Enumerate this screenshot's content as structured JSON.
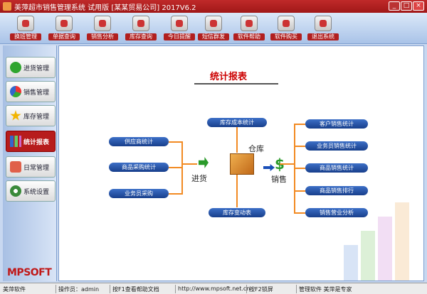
{
  "window": {
    "title": "美萍超市销售管理系统 试用版 [某某贸易公司] 2017V6.2",
    "buttons": {
      "minimize": "_",
      "maximize": "□",
      "close": "×"
    }
  },
  "toolbar": {
    "items": [
      {
        "label": "换班管理",
        "icon": "shift-icon"
      },
      {
        "label": "单据查询",
        "icon": "receipt-icon"
      },
      {
        "label": "销售分析",
        "icon": "chart-icon"
      },
      {
        "label": "库存查询",
        "icon": "inventory-icon"
      },
      {
        "label": "今日提醒",
        "icon": "calendar-icon"
      },
      {
        "label": "短信群发",
        "icon": "sms-icon"
      },
      {
        "label": "软件帮助",
        "icon": "help-icon"
      },
      {
        "label": "软件购买",
        "icon": "purchase-icon"
      },
      {
        "label": "退出系统",
        "icon": "exit-icon"
      }
    ]
  },
  "sidebar": {
    "items": [
      {
        "label": "进货管理",
        "icon": "plus-icon"
      },
      {
        "label": "销售管理",
        "icon": "pie-icon"
      },
      {
        "label": "库存管理",
        "icon": "star-icon"
      },
      {
        "label": "统计报表",
        "icon": "bar-chart-icon",
        "active": true
      },
      {
        "label": "日常管理",
        "icon": "handshake-icon"
      },
      {
        "label": "系统设置",
        "icon": "gear-icon"
      }
    ],
    "logo": "MPSOFT"
  },
  "report": {
    "title": "统计报表",
    "left_items": [
      "供应商统计",
      "商品采购统计",
      "业务员采购"
    ],
    "left_caption": "进货",
    "center_top": "库存成本统计",
    "center_bottom": "库存变动表",
    "center_caption": "仓库",
    "right_items": [
      "客户销售统计",
      "业务员销售统计",
      "商品销售统计",
      "商品销售排行",
      "销售营业分析"
    ],
    "right_caption": "销售",
    "dollar_symbol": "$"
  },
  "status": {
    "company": "美萍软件",
    "operator": "操作员：admin",
    "help": "按F1查看帮助文档",
    "url": "http://www.mpsoft.net.cn",
    "lock": "按F2锁屏",
    "admin": "管理软件 美萍是专家"
  },
  "colors": {
    "title_bar": "#b11f1f",
    "pill_blue": "#1f4a9c",
    "connector_orange": "#f28a22",
    "active_nav": "#b71c1c"
  }
}
